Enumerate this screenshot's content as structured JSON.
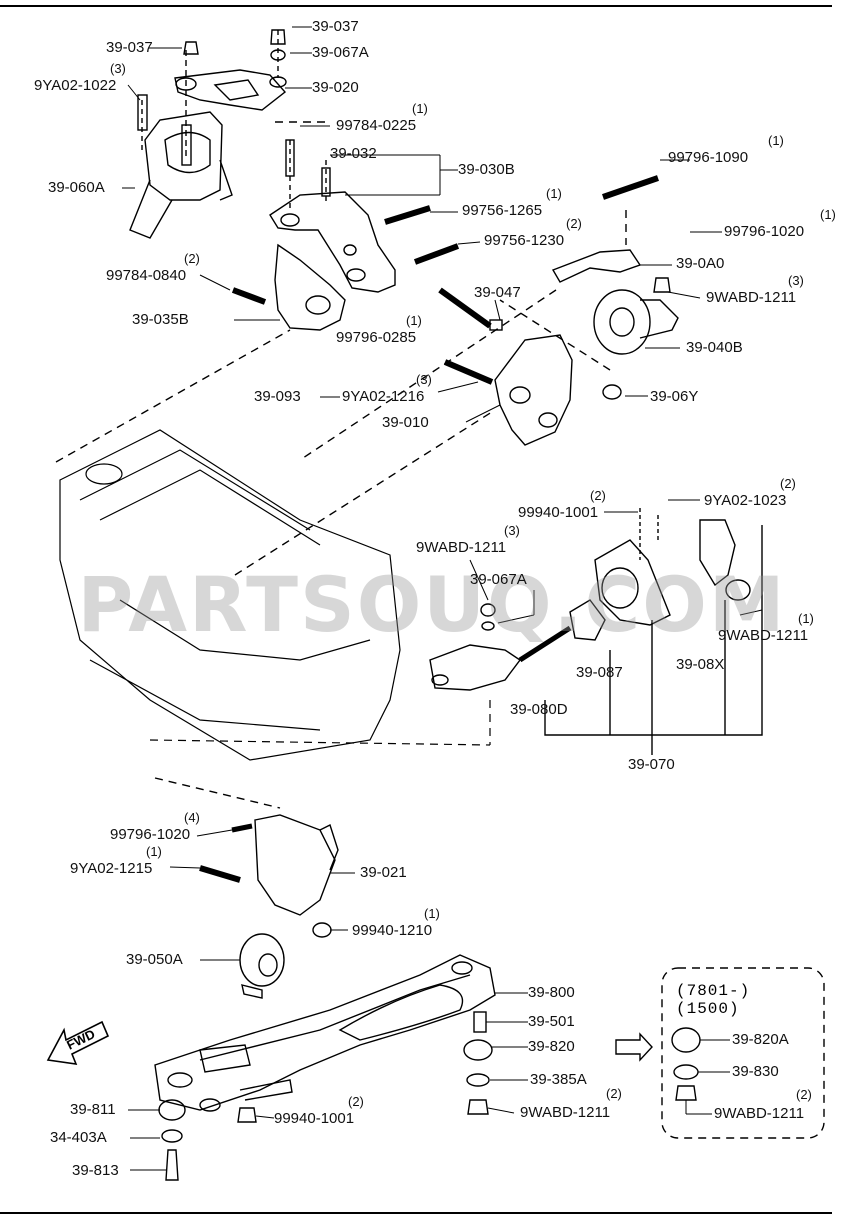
{
  "diagram": {
    "watermark": "PARTSOUQ.COM",
    "fwd_label": "FWD",
    "variant_note": [
      "(7801-)",
      "(1500)"
    ],
    "callouts": [
      {
        "part": "39-037",
        "qty": ""
      },
      {
        "part": "39-037",
        "qty": ""
      },
      {
        "part": "39-067A",
        "qty": ""
      },
      {
        "part": "9YA02-1022",
        "qty": "(3)"
      },
      {
        "part": "39-020",
        "qty": ""
      },
      {
        "part": "99784-0225",
        "qty": "(1)"
      },
      {
        "part": "39-032",
        "qty": ""
      },
      {
        "part": "39-030B",
        "qty": ""
      },
      {
        "part": "99796-1090",
        "qty": "(1)"
      },
      {
        "part": "39-060A",
        "qty": ""
      },
      {
        "part": "99756-1265",
        "qty": "(1)"
      },
      {
        "part": "99756-1230",
        "qty": "(2)"
      },
      {
        "part": "99796-1020",
        "qty": "(1)"
      },
      {
        "part": "99784-0840",
        "qty": "(2)"
      },
      {
        "part": "39-0A0",
        "qty": ""
      },
      {
        "part": "9WABD-1211",
        "qty": "(3)"
      },
      {
        "part": "39-047",
        "qty": ""
      },
      {
        "part": "39-035B",
        "qty": ""
      },
      {
        "part": "99796-0285",
        "qty": "(1)"
      },
      {
        "part": "39-040B",
        "qty": ""
      },
      {
        "part": "9YA02-1216",
        "qty": "(3)"
      },
      {
        "part": "39-093",
        "qty": ""
      },
      {
        "part": "39-06Y",
        "qty": ""
      },
      {
        "part": "39-010",
        "qty": ""
      },
      {
        "part": "99940-1001",
        "qty": "(2)"
      },
      {
        "part": "9YA02-1023",
        "qty": "(2)"
      },
      {
        "part": "9WABD-1211",
        "qty": "(3)"
      },
      {
        "part": "39-067A",
        "qty": ""
      },
      {
        "part": "9WABD-1211",
        "qty": "(1)"
      },
      {
        "part": "39-087",
        "qty": ""
      },
      {
        "part": "39-08X",
        "qty": ""
      },
      {
        "part": "39-080D",
        "qty": ""
      },
      {
        "part": "39-070",
        "qty": ""
      },
      {
        "part": "99796-1020",
        "qty": "(4)"
      },
      {
        "part": "9YA02-1215",
        "qty": "(1)"
      },
      {
        "part": "39-021",
        "qty": ""
      },
      {
        "part": "99940-1210",
        "qty": "(1)"
      },
      {
        "part": "39-050A",
        "qty": ""
      },
      {
        "part": "39-800",
        "qty": ""
      },
      {
        "part": "39-501",
        "qty": ""
      },
      {
        "part": "39-820",
        "qty": ""
      },
      {
        "part": "39-385A",
        "qty": ""
      },
      {
        "part": "9WABD-1211",
        "qty": "(2)"
      },
      {
        "part": "39-811",
        "qty": ""
      },
      {
        "part": "99940-1001",
        "qty": "(2)"
      },
      {
        "part": "34-403A",
        "qty": ""
      },
      {
        "part": "39-813",
        "qty": ""
      },
      {
        "part": "39-820A",
        "qty": ""
      },
      {
        "part": "39-830",
        "qty": ""
      },
      {
        "part": "9WABD-1211",
        "qty": "(2)"
      }
    ]
  }
}
